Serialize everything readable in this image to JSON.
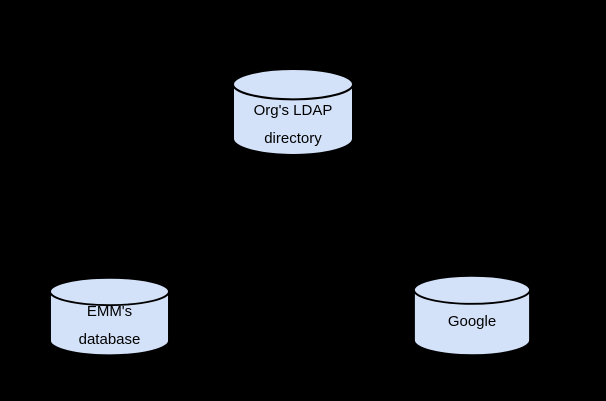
{
  "diagram": {
    "background_color": "#000000",
    "colors": {
      "cylinder_fill": "#d4e2f9",
      "cylinder_stroke": "#000000",
      "label_text": "#000000"
    },
    "nodes": [
      {
        "id": "org-ldap-directory",
        "type": "database-cylinder",
        "label": "Org's LDAP\ndirectory"
      },
      {
        "id": "emm-database",
        "type": "database-cylinder",
        "label": "EMM's\ndatabase"
      },
      {
        "id": "google",
        "type": "database-cylinder",
        "label": "Google"
      }
    ]
  }
}
